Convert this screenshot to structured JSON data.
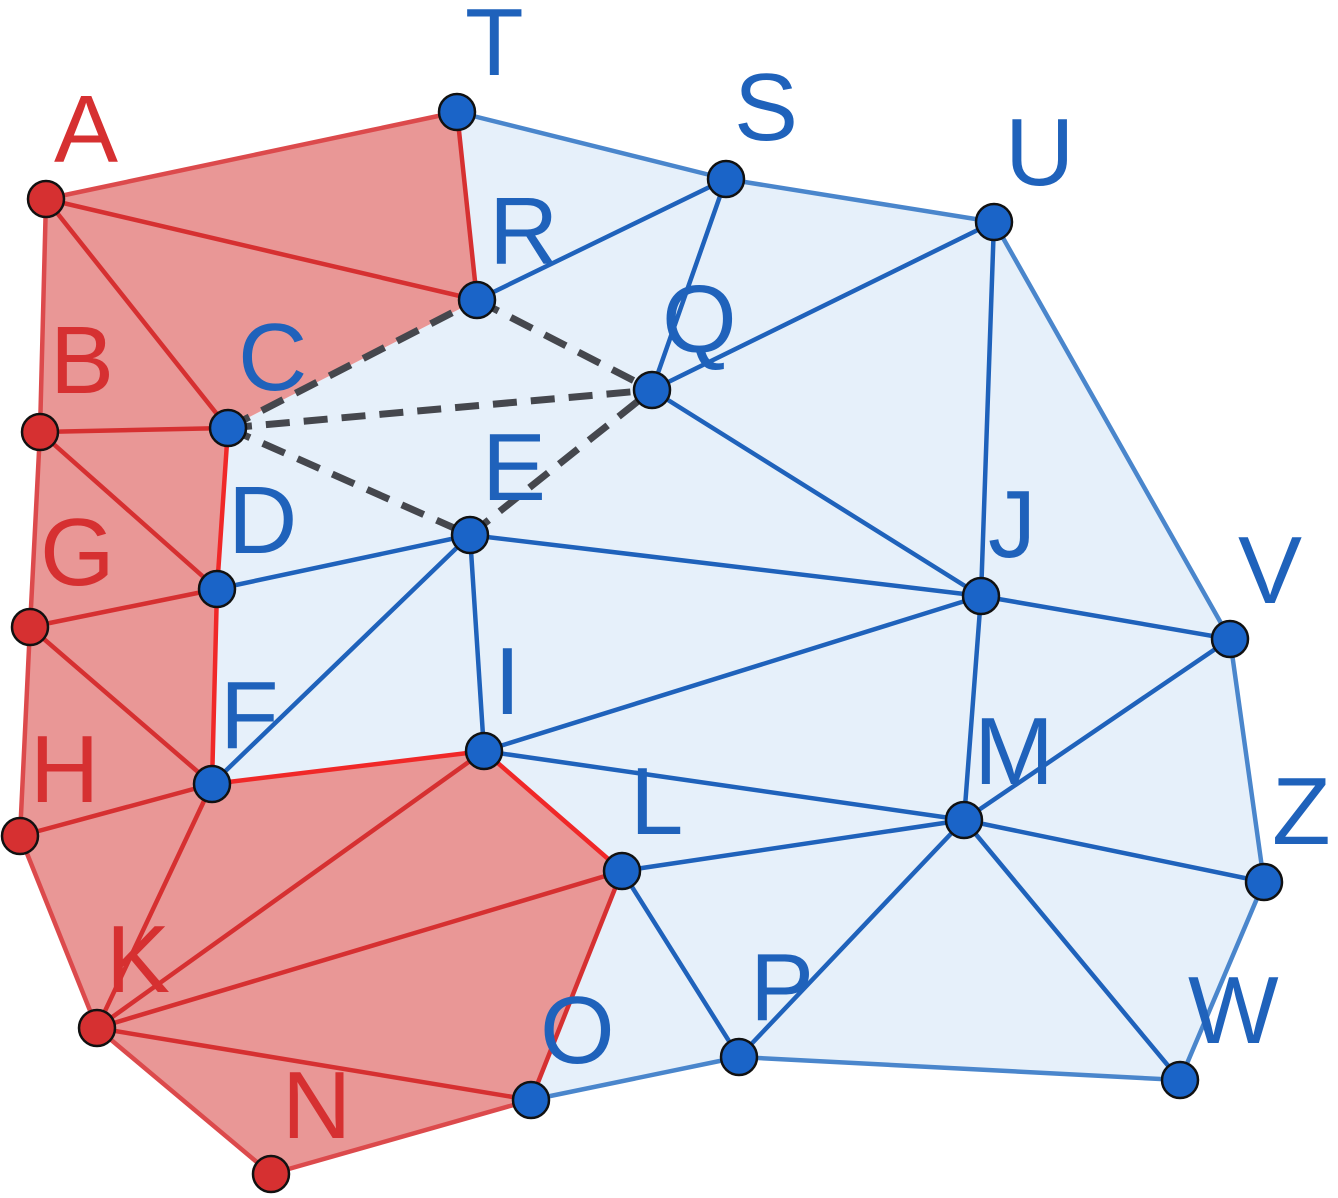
{
  "diagram": {
    "labels": {
      "A": "A",
      "B": "B",
      "C": "C",
      "D": "D",
      "E": "E",
      "F": "F",
      "G": "G",
      "H": "H",
      "I": "I",
      "J": "J",
      "K": "K",
      "L": "L",
      "M": "M",
      "N": "N",
      "O": "O",
      "P": "P",
      "Q": "Q",
      "R": "R",
      "S": "S",
      "T": "T",
      "U": "U",
      "V": "V",
      "W": "W",
      "Z": "Z"
    },
    "red_vertices": [
      "A",
      "B",
      "G",
      "H",
      "K",
      "N"
    ],
    "blue_vertices": [
      "C",
      "D",
      "E",
      "F",
      "I",
      "J",
      "L",
      "M",
      "O",
      "P",
      "Q",
      "R",
      "S",
      "T",
      "U",
      "V",
      "W",
      "Z"
    ],
    "dashed_edges": [
      [
        "C",
        "R"
      ],
      [
        "R",
        "Q"
      ],
      [
        "C",
        "Q"
      ],
      [
        "C",
        "E"
      ],
      [
        "E",
        "Q"
      ]
    ],
    "colors": {
      "red": "#d63031",
      "red_fill": "#e99796",
      "blue": "#1a64c8",
      "blue_fill": "#e6f0fa",
      "dashed": "#45474d"
    }
  }
}
